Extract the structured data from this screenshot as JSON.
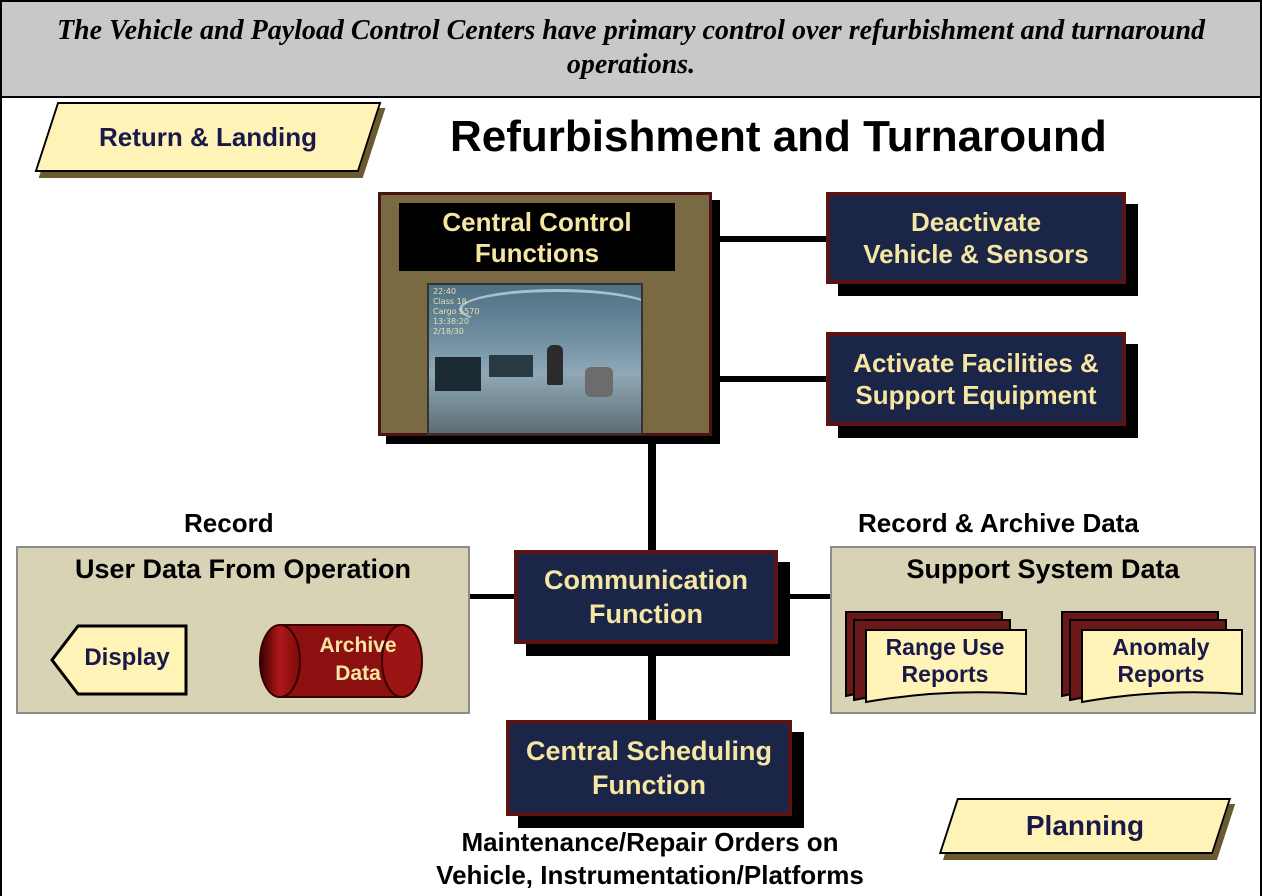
{
  "caption": "The Vehicle and Payload Control Centers have primary control over refurbishment and turnaround operations.",
  "title": "Refurbishment and Turnaround",
  "nav": {
    "previous": "Return & Landing",
    "next": "Planning"
  },
  "central_control": {
    "label_line1": "Central Control",
    "label_line2": "Functions",
    "photo_overlay": [
      "22:40",
      "Class 18",
      "Cargo 5570",
      "13:38:20",
      "2/18/30"
    ]
  },
  "right_boxes": {
    "deactivate_line1": "Deactivate",
    "deactivate_line2": "Vehicle & Sensors",
    "activate_line1": "Activate Facilities &",
    "activate_line2": "Support Equipment"
  },
  "communication": {
    "line1": "Communication",
    "line2": "Function"
  },
  "scheduling": {
    "line1": "Central Scheduling",
    "line2": "Function"
  },
  "left_group": {
    "heading": "Record",
    "panel_title": "User Data From Operation",
    "display": "Display",
    "archive_line1": "Archive",
    "archive_line2": "Data"
  },
  "right_group": {
    "heading": "Record & Archive Data",
    "panel_title": "Support System Data",
    "range_line1": "Range Use",
    "range_line2": "Reports",
    "anomaly_line1": "Anomaly",
    "anomaly_line2": "Reports"
  },
  "footer": {
    "line1": "Maintenance/Repair Orders on",
    "line2": "Vehicle, Instrumentation/Platforms"
  }
}
